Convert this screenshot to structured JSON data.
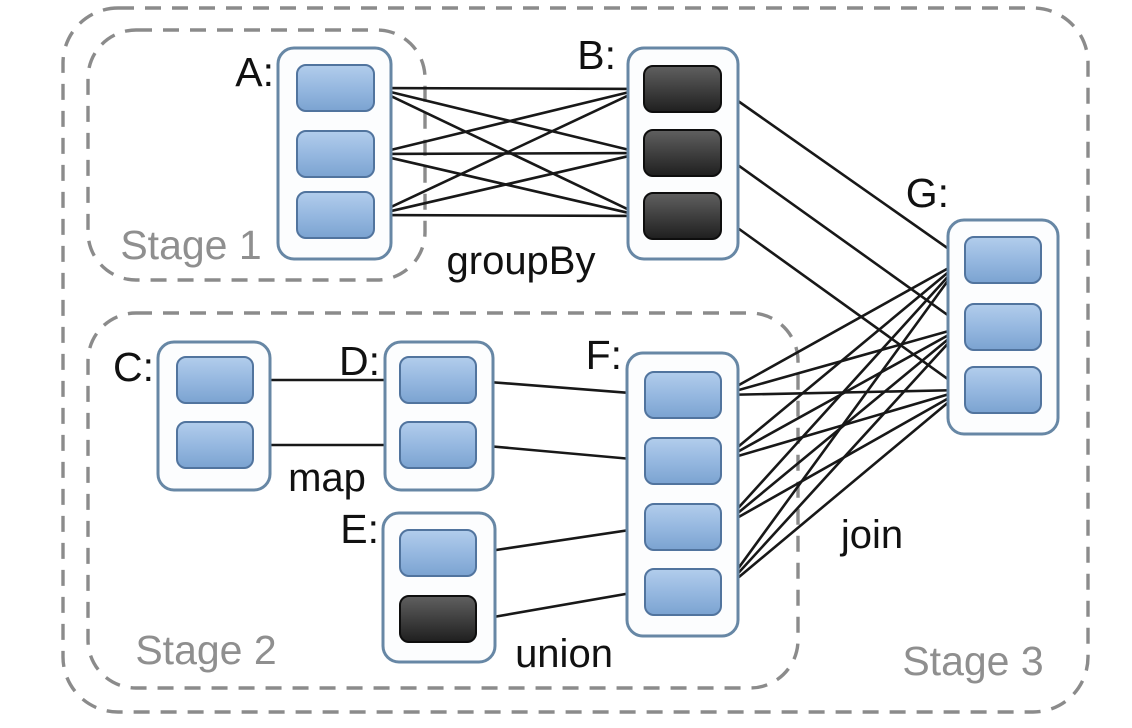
{
  "diagram": {
    "stages": [
      {
        "id": "stage-1",
        "label": "Stage 1"
      },
      {
        "id": "stage-2",
        "label": "Stage 2"
      },
      {
        "id": "stage-3",
        "label": "Stage 3"
      }
    ],
    "rdds": [
      {
        "id": "A",
        "label": "A:",
        "stage": "Stage 1",
        "partition_count": 3,
        "partitions": [
          "blue",
          "blue",
          "blue"
        ]
      },
      {
        "id": "B",
        "label": "B:",
        "stage": "Stage 3",
        "partition_count": 3,
        "partitions": [
          "dark",
          "dark",
          "dark"
        ]
      },
      {
        "id": "C",
        "label": "C:",
        "stage": "Stage 2",
        "partition_count": 2,
        "partitions": [
          "blue",
          "blue"
        ]
      },
      {
        "id": "D",
        "label": "D:",
        "stage": "Stage 2",
        "partition_count": 2,
        "partitions": [
          "blue",
          "blue"
        ]
      },
      {
        "id": "E",
        "label": "E:",
        "stage": "Stage 2",
        "partition_count": 2,
        "partitions": [
          "blue",
          "dark"
        ]
      },
      {
        "id": "F",
        "label": "F:",
        "stage": "Stage 2",
        "partition_count": 4,
        "partitions": [
          "blue",
          "blue",
          "blue",
          "blue"
        ]
      },
      {
        "id": "G",
        "label": "G:",
        "stage": "Stage 3",
        "partition_count": 3,
        "partitions": [
          "blue",
          "blue",
          "blue"
        ]
      }
    ],
    "operations": [
      {
        "id": "groupBy",
        "label": "groupBy",
        "from": "A",
        "to": "B",
        "dependency": "wide"
      },
      {
        "id": "map",
        "label": "map",
        "from": "C",
        "to": "D",
        "dependency": "narrow"
      },
      {
        "id": "union",
        "label": "union",
        "from": "D,E",
        "to": "F",
        "dependency": "narrow"
      },
      {
        "id": "join",
        "label": "join",
        "from": "B,F",
        "to": "G",
        "dependency": "wide"
      }
    ],
    "colors": {
      "background": "#ffffff",
      "partition_blue_top": "#aec9ea",
      "partition_blue_bottom": "#7ba3d1",
      "partition_blue_border": "#51749e",
      "partition_dark_top": "#5d5d5d",
      "partition_dark_bottom": "#1f1f1f",
      "partition_dark_border": "#0e0e0e",
      "container_fill": "#fcfdfe",
      "container_border": "#6787a5",
      "stage_dash": "#8b8b8b",
      "stage_label": "#8f8f8f",
      "edge": "#181818"
    }
  }
}
